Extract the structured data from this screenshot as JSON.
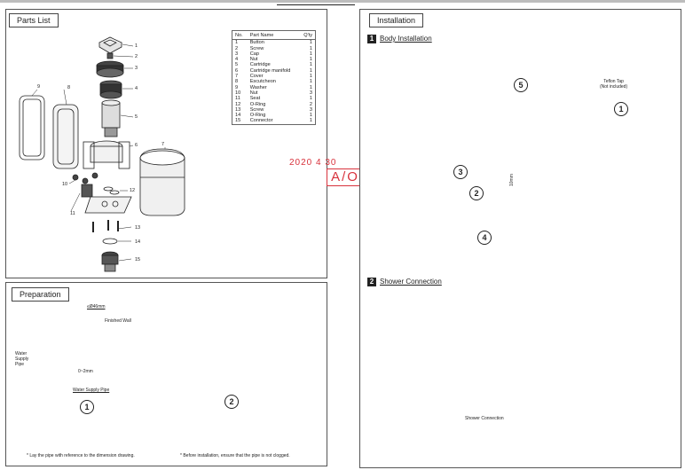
{
  "parts_list": {
    "title": "Parts List",
    "headers": {
      "no": "No.",
      "name": "Part Name",
      "qty": "Q'ty"
    },
    "rows": [
      {
        "no": "1",
        "name": "Button",
        "qty": "1"
      },
      {
        "no": "2",
        "name": "Screw",
        "qty": "1"
      },
      {
        "no": "3",
        "name": "Cap",
        "qty": "1"
      },
      {
        "no": "4",
        "name": "Nut",
        "qty": "1"
      },
      {
        "no": "5",
        "name": "Cartridge",
        "qty": "1"
      },
      {
        "no": "6",
        "name": "Cartridge manifold",
        "qty": "1"
      },
      {
        "no": "7",
        "name": "Cover",
        "qty": "1"
      },
      {
        "no": "8",
        "name": "Escutcheon",
        "qty": "1"
      },
      {
        "no": "9",
        "name": "Washer",
        "qty": "1"
      },
      {
        "no": "10",
        "name": "Nut",
        "qty": "3"
      },
      {
        "no": "11",
        "name": "Seat",
        "qty": "1"
      },
      {
        "no": "12",
        "name": "O-Ring",
        "qty": "2"
      },
      {
        "no": "13",
        "name": "Screw",
        "qty": "3"
      },
      {
        "no": "14",
        "name": "O-Ring",
        "qty": "1"
      },
      {
        "no": "15",
        "name": "Connector",
        "qty": "1"
      }
    ],
    "callouts": [
      "1",
      "2",
      "3",
      "4",
      "5",
      "6",
      "7",
      "8",
      "9",
      "10",
      "11",
      "12",
      "13",
      "14",
      "15"
    ]
  },
  "stamp": {
    "date": "2020  4  30",
    "code": "A/O"
  },
  "preparation": {
    "title": "Preparation",
    "dim_top": "≤Ø46mm",
    "finished_wall": "Finished Wall",
    "water_supply": "Water\nSupply\nPipe",
    "dim_gap": "0~2mm",
    "water_supply_pipe": "Water Supply Pipe",
    "step1": "1",
    "step2": "2",
    "note1": "* Lay the pipe with reference to the dimension drawing.",
    "note2": "* Before installation, ensure that the pipe is not clogged."
  },
  "installation": {
    "title": "Installation",
    "section1_num": "1",
    "section1_title": "Body Installation",
    "section2_num": "2",
    "section2_title": "Shower Connection",
    "teflon": "Teflon Tap\n(Not included)",
    "dim_10": "10mm",
    "steps": [
      "1",
      "2",
      "3",
      "4",
      "5"
    ],
    "shower_connection": "Shower Connection"
  },
  "colors": {
    "stamp": "#d8323c",
    "line": "#222222",
    "panel_border": "#555555"
  }
}
